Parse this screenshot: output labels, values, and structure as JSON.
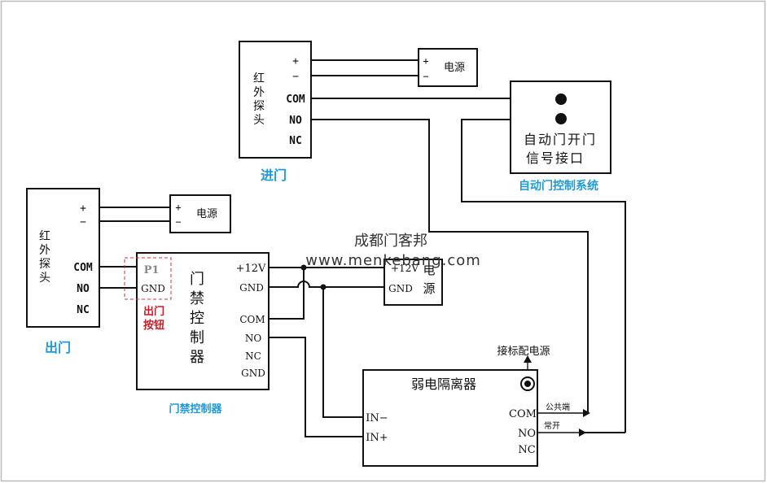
{
  "probe_in": {
    "title_chars": [
      "红",
      "外",
      "探",
      "头"
    ],
    "terminals": [
      "+",
      "−",
      "COM",
      "NO",
      "NC"
    ],
    "caption": "进门"
  },
  "probe_out": {
    "title_chars": [
      "红",
      "外",
      "探",
      "头"
    ],
    "terminals": [
      "+",
      "−",
      "COM",
      "NO",
      "NC"
    ],
    "caption": "出门"
  },
  "power_small_1": {
    "terminals": [
      "+",
      "−"
    ],
    "label": "电源"
  },
  "power_small_2": {
    "terminals": [
      "+",
      "−"
    ],
    "label": "电源"
  },
  "auto_door": {
    "line1": "自动门开门",
    "line2": "信号接口",
    "caption": "自动门控制系统"
  },
  "exit_button": {
    "terminals": [
      "P1",
      "GND"
    ],
    "caption_line1": "出门",
    "caption_line2": "按钮"
  },
  "controller": {
    "title_chars": [
      "门",
      "禁",
      "控",
      "制",
      "器"
    ],
    "terminals": [
      "+12V",
      "GND",
      "COM",
      "NO",
      "NC",
      "GND"
    ],
    "caption": "门禁控制器"
  },
  "psu12": {
    "terminals": [
      "+12V",
      "GND"
    ],
    "label_chars": [
      "电",
      "源"
    ]
  },
  "isolator": {
    "title": "弱电隔离器",
    "inputs": [
      "IN−",
      "IN+"
    ],
    "outputs": [
      "COM",
      "NO",
      "NC"
    ],
    "power_note": "接标配电源",
    "wire_com_label": "公共端",
    "wire_no_label": "常开"
  },
  "watermark": {
    "line1": "成都门客邦",
    "line2": "www.menkebang.com"
  }
}
